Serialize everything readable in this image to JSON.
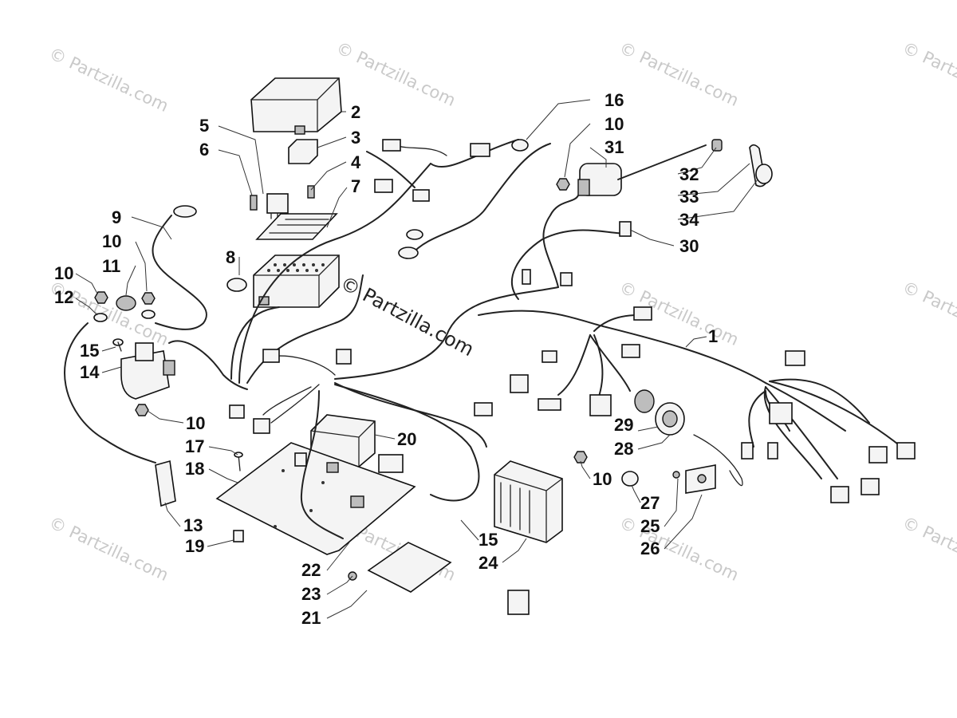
{
  "watermark": {
    "text": "© Partzilla.com",
    "center_text": "© Partzilla.com"
  },
  "callouts": {
    "n1": "1",
    "n2": "2",
    "n3": "3",
    "n4": "4",
    "n5": "5",
    "n6": "6",
    "n7": "7",
    "n8": "8",
    "n9": "9",
    "n10a": "10",
    "n10b": "10",
    "n10c": "10",
    "n10d": "10",
    "n10e": "10",
    "n11": "11",
    "n12": "12",
    "n13": "13",
    "n14": "14",
    "n15a": "15",
    "n15b": "15",
    "n16": "16",
    "n17": "17",
    "n18": "18",
    "n19": "19",
    "n20": "20",
    "n21": "21",
    "n22": "22",
    "n23": "23",
    "n24": "24",
    "n25": "25",
    "n26": "26",
    "n27": "27",
    "n28": "28",
    "n29": "29",
    "n30": "30",
    "n31": "31",
    "n32": "32",
    "n33": "33",
    "n34": "34"
  }
}
